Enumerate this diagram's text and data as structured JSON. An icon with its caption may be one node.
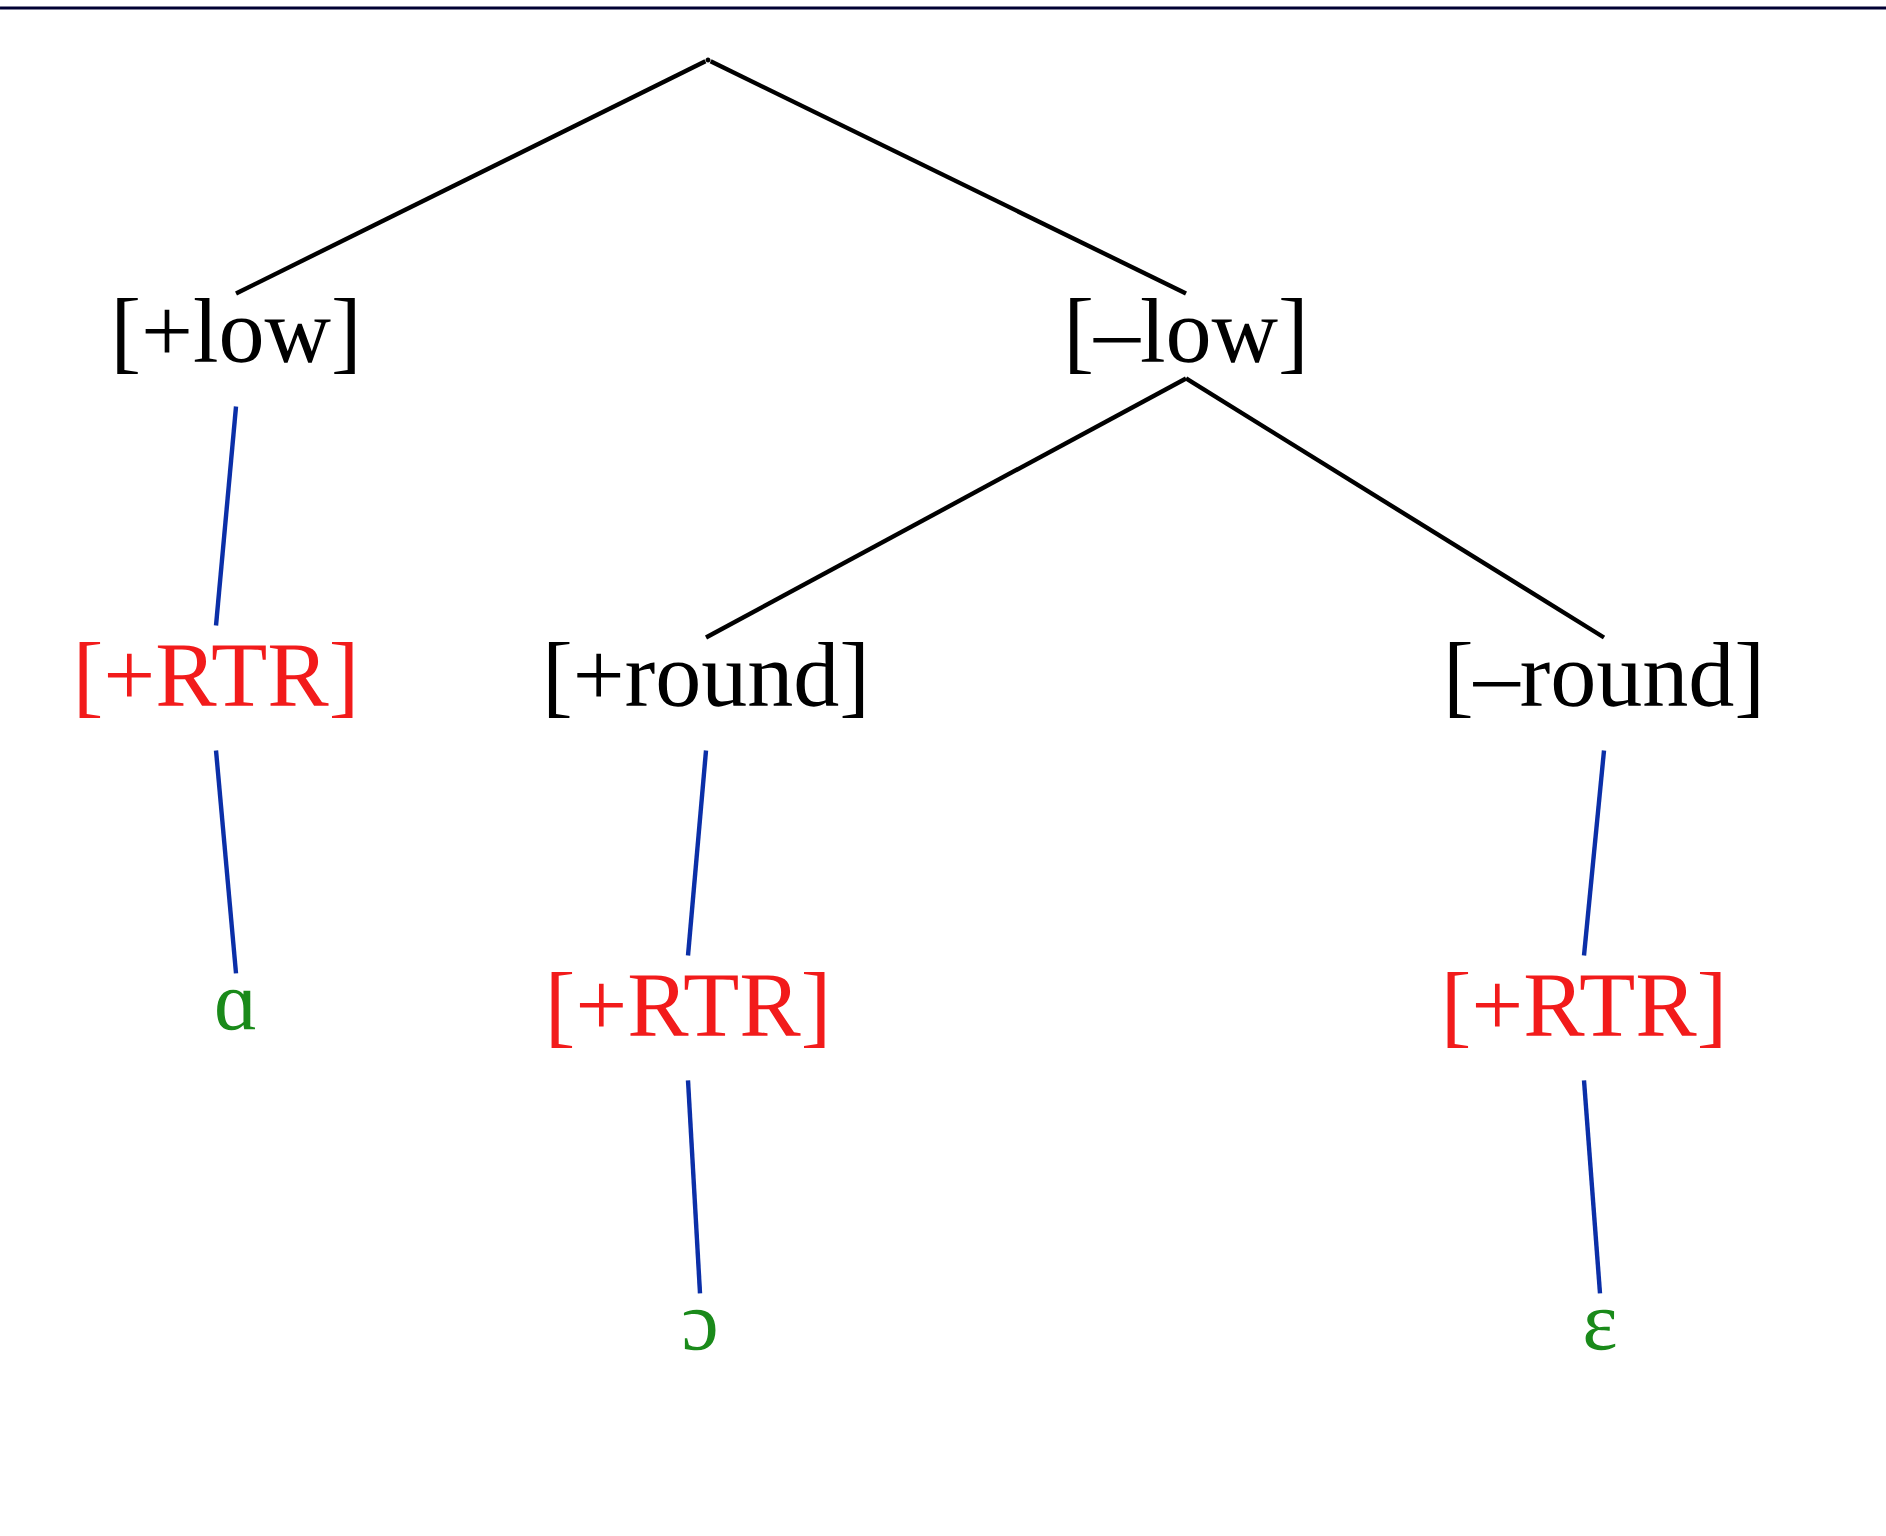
{
  "diagram": {
    "nodes": [
      {
        "text": [],
        "shape": "point"
      },
      {
        "text": [
          "[+low]"
        ]
      },
      {
        "text": [
          "[–low]"
        ]
      },
      {
        "text": [
          "[+RTR]"
        ]
      },
      {
        "text": [
          "ɑ"
        ]
      },
      {
        "text": [
          "[+round]"
        ]
      },
      {
        "text": [
          "[–round]"
        ]
      },
      {
        "text": [
          "[+RTR]"
        ]
      },
      {
        "text": [
          "ɔ"
        ]
      },
      {
        "text": [
          "[+RTR]"
        ]
      },
      {
        "text": [
          "ɛ"
        ]
      }
    ],
    "edges": [
      {
        "from": 0,
        "to": 1,
        "arrow": "none",
        "color": "#000000"
      },
      {
        "from": 0,
        "to": 2,
        "arrow": "none",
        "color": "#000000"
      },
      {
        "from": 1,
        "to": 3,
        "arrow": "none"
      },
      {
        "from": 3,
        "to": 4,
        "arrow": "none"
      },
      {
        "from": 2,
        "to": 5,
        "arrow": "none",
        "color": "#000000"
      },
      {
        "from": 2,
        "to": 6,
        "arrow": "none",
        "color": "#000000"
      },
      {
        "from": 5,
        "to": 7,
        "arrow": "none"
      },
      {
        "from": 7,
        "to": 8,
        "arrow": "none"
      },
      {
        "from": 6,
        "to": 9,
        "arrow": "none"
      },
      {
        "from": 9,
        "to": 10,
        "arrow": "none"
      }
    ]
  }
}
